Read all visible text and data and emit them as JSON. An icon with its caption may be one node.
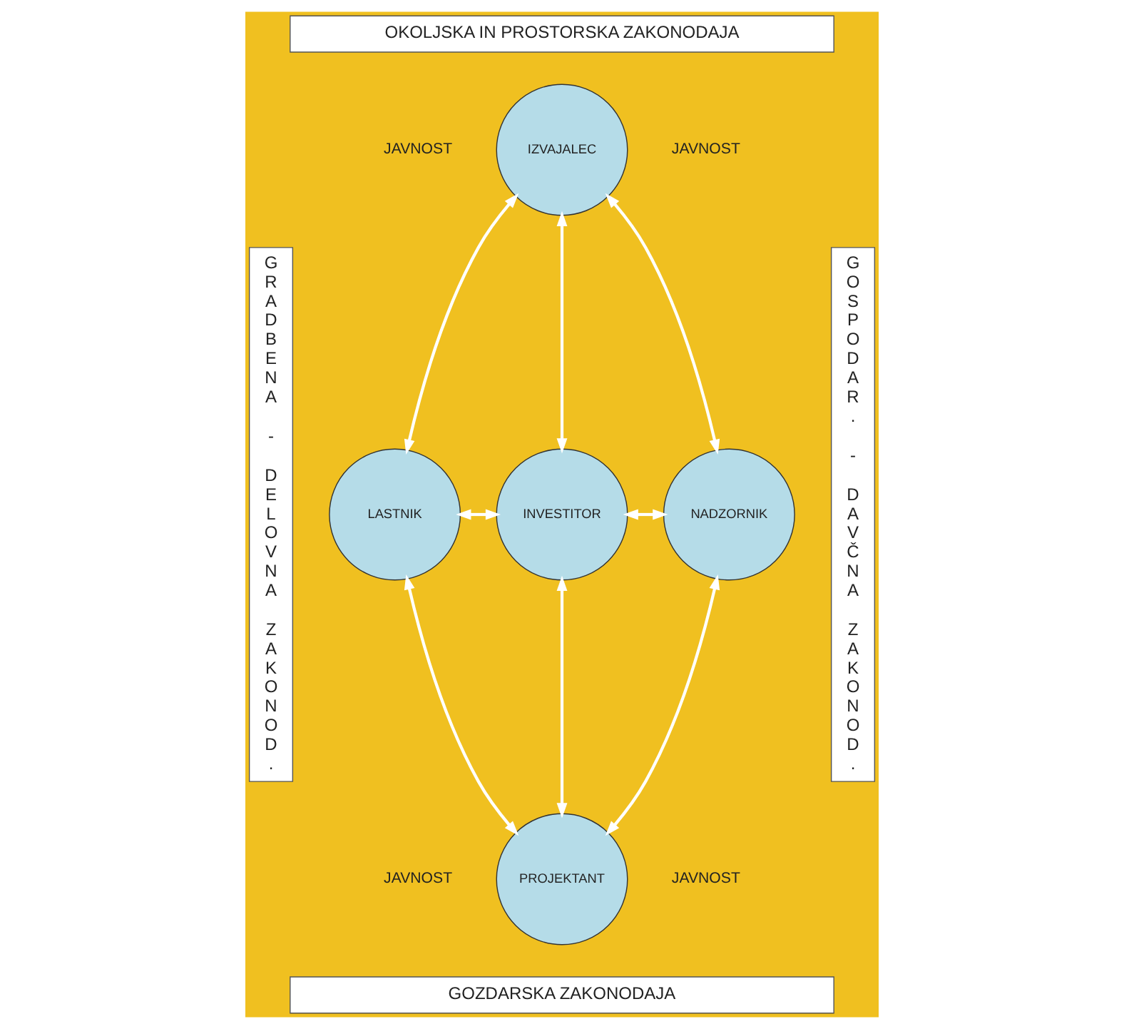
{
  "diagram": {
    "nodes": [
      {
        "text": [
          "OKOLJSKA IN PROSTORSKA ZAKONODAJA"
        ]
      },
      {
        "text": [
          "GRADBENA - DELOVNA ZAKONOD."
        ]
      },
      {
        "text": [
          "IZVAJALEC"
        ]
      },
      {
        "text": [
          "GOSPODAR. - DAVČNA ZAKONOD."
        ]
      },
      {
        "text": [
          "LASTNIK"
        ]
      },
      {
        "text": [
          "INVESTITOR"
        ]
      },
      {
        "text": [
          "NADZORNIK"
        ]
      },
      {
        "text": [
          "PROJEKTANT"
        ]
      },
      {
        "text": [
          "GOZDARSKA ZAKONODAJA"
        ]
      }
    ],
    "edges": [
      {
        "from": 2,
        "to": 5,
        "arrow": "both"
      },
      {
        "from": 4,
        "to": 5,
        "arrow": "both"
      },
      {
        "from": 5,
        "to": 6,
        "arrow": "both"
      },
      {
        "from": 5,
        "to": 7,
        "arrow": "both"
      },
      {
        "from": 2,
        "to": 4,
        "arrow": "both"
      },
      {
        "from": 2,
        "to": 6,
        "arrow": "both"
      },
      {
        "from": 4,
        "to": 7,
        "arrow": "both"
      },
      {
        "from": 6,
        "to": 7,
        "arrow": "both"
      }
    ],
    "labels": [
      "JAVNOST",
      "JAVNOST",
      "JAVNOST",
      "JAVNOST"
    ]
  }
}
